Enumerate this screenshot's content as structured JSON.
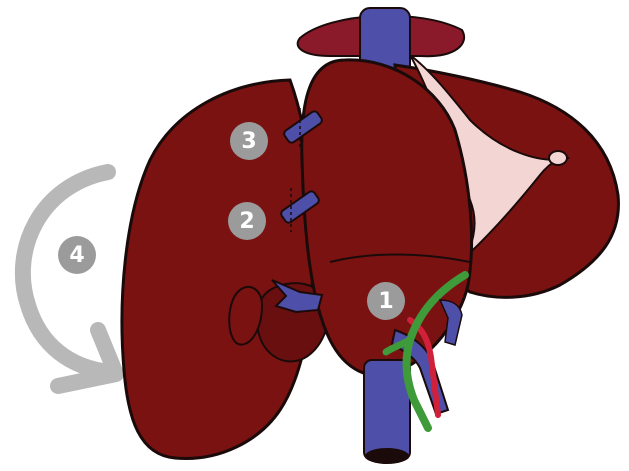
{
  "colors": {
    "liver": "#7a1212",
    "liver_dark": "#5a0b0b",
    "outline": "#1a0a0a",
    "vein": "#4d4fa8",
    "artery": "#d0203a",
    "bile_duct": "#3f9a3a",
    "ligament": "#f3d6d3",
    "badge": "#9b9b9b",
    "arrow": "#b8b8b8"
  },
  "markers": [
    {
      "label": "1"
    },
    {
      "label": "2"
    },
    {
      "label": "3"
    },
    {
      "label": "4"
    }
  ]
}
